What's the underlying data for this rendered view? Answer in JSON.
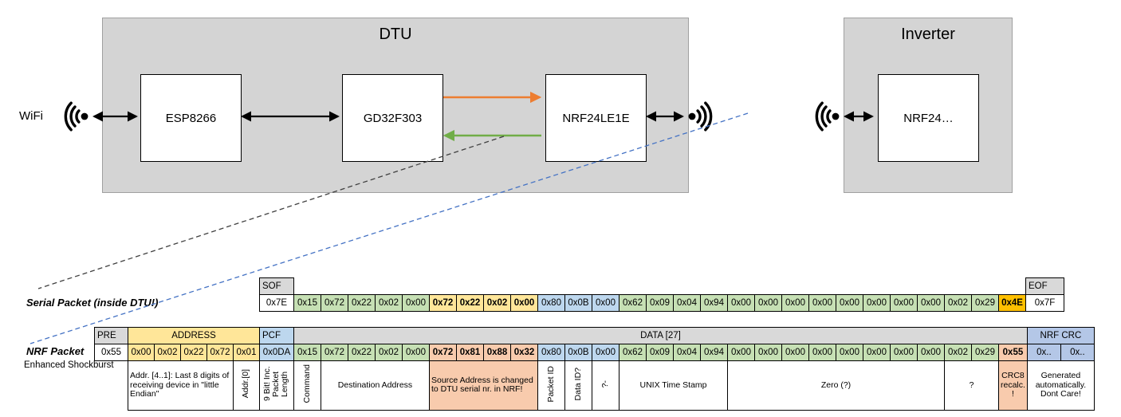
{
  "diagram": {
    "wifi_label": "WiFi",
    "dtu": {
      "title": "DTU",
      "chips": [
        "ESP8266",
        "GD32F303",
        "NRF24LE1E"
      ]
    },
    "inverter": {
      "title": "Inverter",
      "chip": "NRF24…"
    }
  },
  "colors": {
    "green": "#c6e0b4",
    "yellow": "#ffe699",
    "gold": "#ffc000",
    "blue": "#bdd7ee",
    "periwinkle": "#b4c7e7",
    "salmon": "#f8cbad",
    "gray": "#d9d9d9",
    "arrow_orange": "#ed7d31",
    "arrow_green": "#70ad47",
    "dash_blue": "#4472c4",
    "dash_black": "#404040"
  },
  "serial_packet": {
    "label": "Serial Packet (inside DTU!)",
    "sof_header": "SOF",
    "sof_value": "0x7E",
    "eof_header": "EOF",
    "eof_value": "0x7F",
    "bytes": [
      {
        "v": "0x15",
        "c": "green"
      },
      {
        "v": "0x72",
        "c": "green"
      },
      {
        "v": "0x22",
        "c": "green"
      },
      {
        "v": "0x02",
        "c": "green"
      },
      {
        "v": "0x00",
        "c": "green"
      },
      {
        "v": "0x72",
        "c": "yellow",
        "b": true
      },
      {
        "v": "0x22",
        "c": "yellow",
        "b": true
      },
      {
        "v": "0x02",
        "c": "yellow",
        "b": true
      },
      {
        "v": "0x00",
        "c": "yellow",
        "b": true
      },
      {
        "v": "0x80",
        "c": "blue"
      },
      {
        "v": "0x0B",
        "c": "blue"
      },
      {
        "v": "0x00",
        "c": "blue"
      },
      {
        "v": "0x62",
        "c": "green"
      },
      {
        "v": "0x09",
        "c": "green"
      },
      {
        "v": "0x04",
        "c": "green"
      },
      {
        "v": "0x94",
        "c": "green"
      },
      {
        "v": "0x00",
        "c": "green"
      },
      {
        "v": "0x00",
        "c": "green"
      },
      {
        "v": "0x00",
        "c": "green"
      },
      {
        "v": "0x00",
        "c": "green"
      },
      {
        "v": "0x00",
        "c": "green"
      },
      {
        "v": "0x00",
        "c": "green"
      },
      {
        "v": "0x00",
        "c": "green"
      },
      {
        "v": "0x00",
        "c": "green"
      },
      {
        "v": "0x02",
        "c": "green"
      },
      {
        "v": "0x29",
        "c": "green"
      },
      {
        "v": "0x4E",
        "c": "gold",
        "b": true
      }
    ]
  },
  "nrf_packet": {
    "label": "NRF Packet",
    "sublabel": "Enhanced Shockburst",
    "pre_header": "PRE",
    "pre_value": "0x55",
    "address_header": "ADDRESS",
    "address_values": [
      "0x00",
      "0x02",
      "0x22",
      "0x72",
      "0x01"
    ],
    "pcf_header": "PCF",
    "pcf_value": "0x0DA",
    "data_header": "DATA [27]",
    "crc_header": "NRF CRC",
    "crc_values": [
      "0x..",
      "0x.."
    ],
    "bytes": [
      {
        "v": "0x15",
        "c": "green"
      },
      {
        "v": "0x72",
        "c": "green"
      },
      {
        "v": "0x22",
        "c": "green"
      },
      {
        "v": "0x02",
        "c": "green"
      },
      {
        "v": "0x00",
        "c": "green"
      },
      {
        "v": "0x72",
        "c": "salmon",
        "b": true
      },
      {
        "v": "0x81",
        "c": "salmon",
        "b": true
      },
      {
        "v": "0x88",
        "c": "salmon",
        "b": true
      },
      {
        "v": "0x32",
        "c": "salmon",
        "b": true
      },
      {
        "v": "0x80",
        "c": "blue"
      },
      {
        "v": "0x0B",
        "c": "blue"
      },
      {
        "v": "0x00",
        "c": "blue"
      },
      {
        "v": "0x62",
        "c": "green"
      },
      {
        "v": "0x09",
        "c": "green"
      },
      {
        "v": "0x04",
        "c": "green"
      },
      {
        "v": "0x94",
        "c": "green"
      },
      {
        "v": "0x00",
        "c": "green"
      },
      {
        "v": "0x00",
        "c": "green"
      },
      {
        "v": "0x00",
        "c": "green"
      },
      {
        "v": "0x00",
        "c": "green"
      },
      {
        "v": "0x00",
        "c": "green"
      },
      {
        "v": "0x00",
        "c": "green"
      },
      {
        "v": "0x00",
        "c": "green"
      },
      {
        "v": "0x00",
        "c": "green"
      },
      {
        "v": "0x02",
        "c": "green"
      },
      {
        "v": "0x29",
        "c": "green"
      },
      {
        "v": "0x55",
        "c": "salmon",
        "b": true
      }
    ]
  },
  "annotations": [
    {
      "text": "Addr. [4..1]: Last 8 digits of receiving device in \"little Endian\"",
      "span": 4,
      "align": "left"
    },
    {
      "text": "Addr.[0]",
      "span": 1,
      "rot": true
    },
    {
      "text": "9 Bit! Inc. Packet Length",
      "span": 1,
      "rot": true
    },
    {
      "text": "Command",
      "span": 1,
      "rot": true
    },
    {
      "text": "Destination Address",
      "span": 4
    },
    {
      "text": "Source Address is changed to DTU serial nr. in NRF!",
      "span": 4,
      "c": "salmon",
      "align": "left"
    },
    {
      "text": "Packet ID",
      "span": 1,
      "rot": true
    },
    {
      "text": "Data ID?",
      "span": 1,
      "rot": true
    },
    {
      "text": "?-",
      "span": 1,
      "rot": true
    },
    {
      "text": "UNIX Time Stamp",
      "span": 4
    },
    {
      "text": "Zero (?)",
      "span": 8
    },
    {
      "text": "?",
      "span": 2
    },
    {
      "text": "CRC8 recalc. !",
      "span": 1,
      "c": "salmon"
    },
    {
      "text": "Generated automatically. Dont Care!",
      "span": 2
    }
  ]
}
